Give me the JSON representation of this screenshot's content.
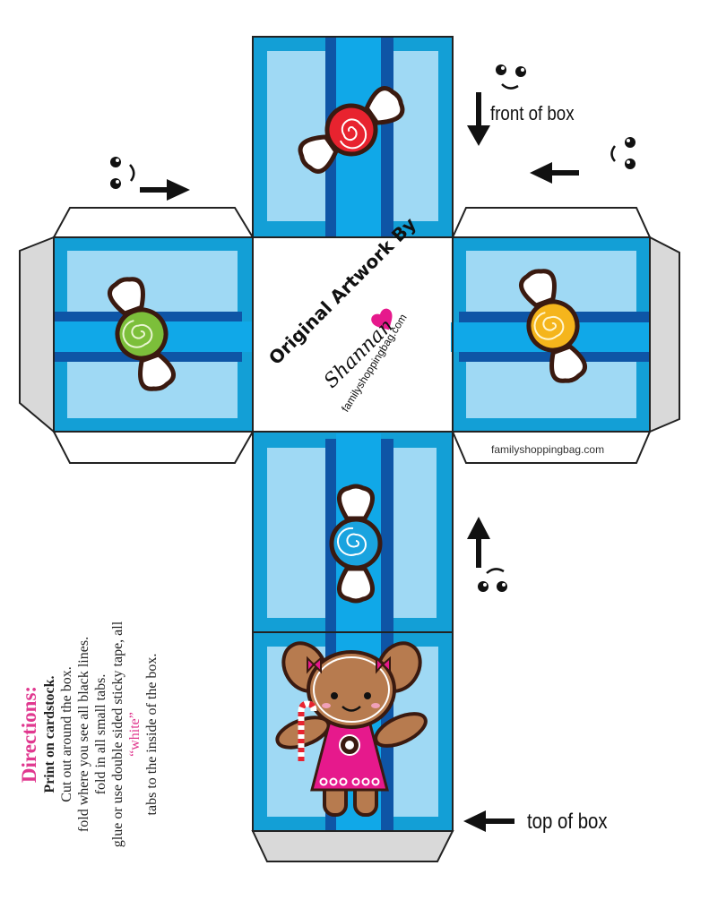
{
  "page": {
    "colors": {
      "outer_blue": "#139fd6",
      "inner_blue": "#9fd9f4",
      "ribbon_dark": "#0e55a6",
      "ribbon_light": "#10a8e8",
      "tab_gray": "#d9d9d9",
      "outline": "#222222",
      "pink": "#e0388f"
    }
  },
  "labels": {
    "front_of_box": "front of box",
    "top_of_box": "top of box",
    "watermark": "familyshoppingbag.com"
  },
  "center_panel": {
    "title": "Original Artwork By",
    "signature": "Shannan",
    "url": "familyshoppingbag.com"
  },
  "candies": [
    {
      "panel": "top",
      "color": "#e8232f"
    },
    {
      "panel": "left",
      "color": "#7cbf3a"
    },
    {
      "panel": "right",
      "color": "#f5b51c"
    },
    {
      "panel": "bottom",
      "color": "#1aa3df"
    }
  ],
  "directions": {
    "title": "Directions:",
    "subtitle": "Print on cardstock.",
    "lines": [
      "Cut out around the box.",
      "fold where you see all black lines.",
      "fold in all small tabs.",
      "glue or use double sided sticky tape, all",
      "tabs to the inside of the box."
    ],
    "highlight_word": "“white”"
  }
}
